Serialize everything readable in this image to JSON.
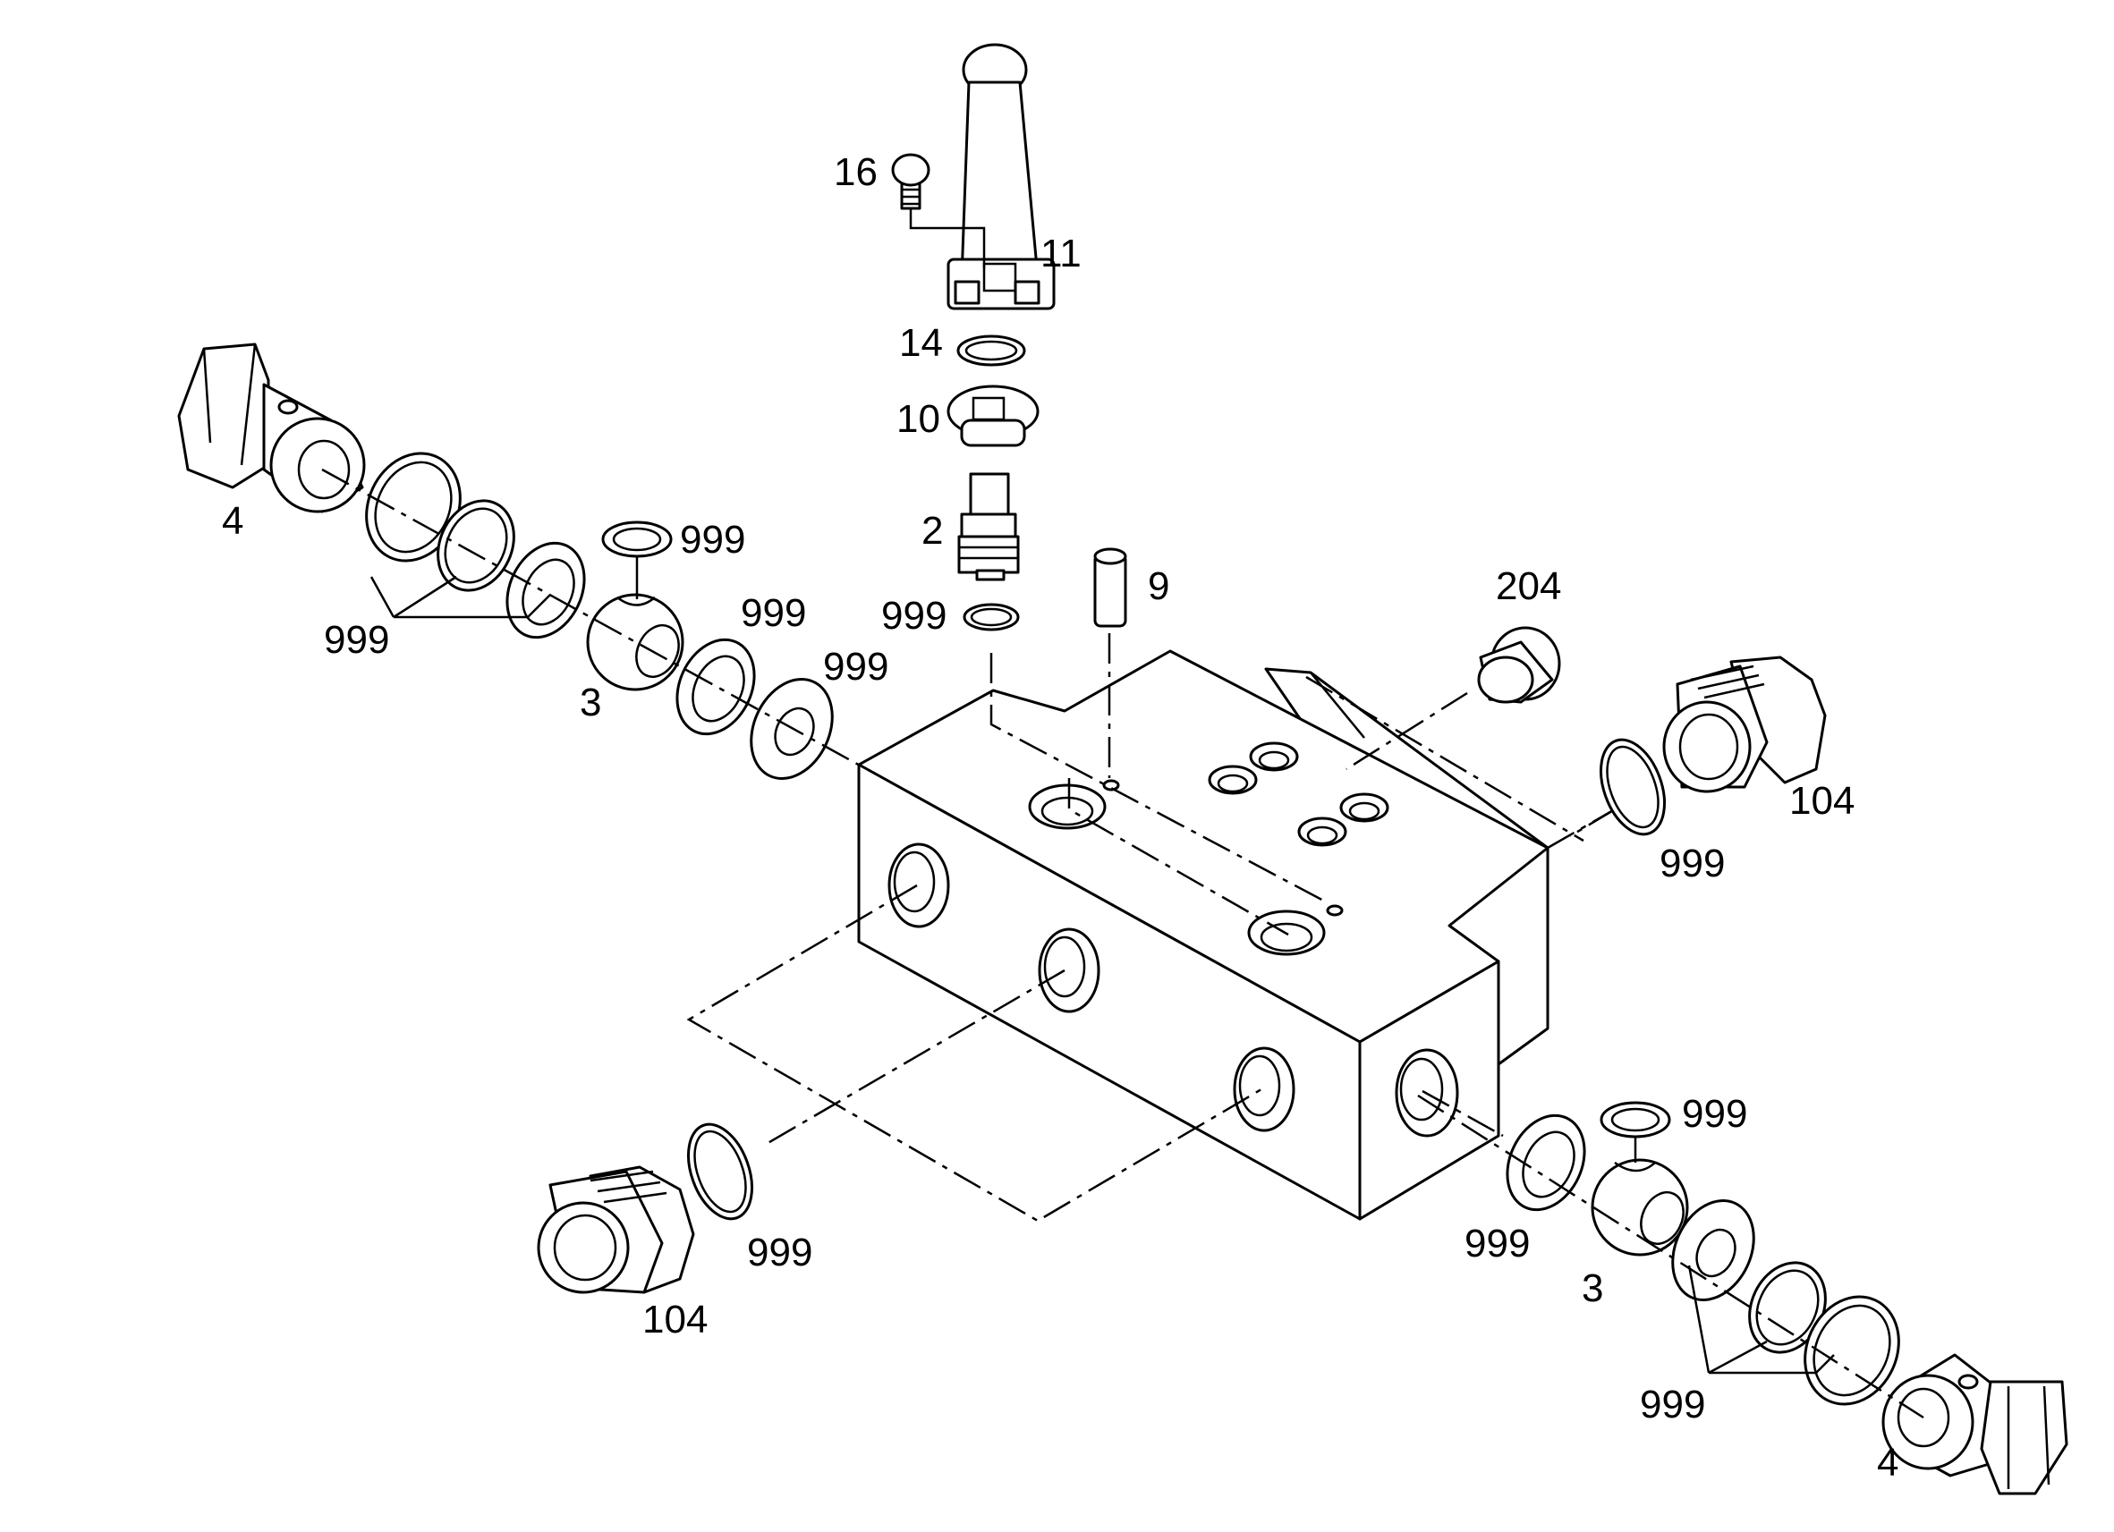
{
  "diagram": {
    "line_color": "#000000",
    "background": "#ffffff",
    "callouts": [
      {
        "id": "c16",
        "text": "16"
      },
      {
        "id": "c11",
        "text": "11"
      },
      {
        "id": "c14",
        "text": "14"
      },
      {
        "id": "c10",
        "text": "10"
      },
      {
        "id": "c2",
        "text": "2"
      },
      {
        "id": "c999a",
        "text": "999"
      },
      {
        "id": "c9",
        "text": "9"
      },
      {
        "id": "c204",
        "text": "204"
      },
      {
        "id": "c4a",
        "text": "4"
      },
      {
        "id": "c999b",
        "text": "999"
      },
      {
        "id": "c999c",
        "text": "999"
      },
      {
        "id": "c3a",
        "text": "3"
      },
      {
        "id": "c999d",
        "text": "999"
      },
      {
        "id": "c999e",
        "text": "999"
      },
      {
        "id": "c104a",
        "text": "104"
      },
      {
        "id": "c999f",
        "text": "999"
      },
      {
        "id": "c999g",
        "text": "999"
      },
      {
        "id": "c104b",
        "text": "104"
      },
      {
        "id": "c999h",
        "text": "999"
      },
      {
        "id": "c999i",
        "text": "999"
      },
      {
        "id": "c3b",
        "text": "3"
      },
      {
        "id": "c999j",
        "text": "999"
      },
      {
        "id": "c4b",
        "text": "4"
      }
    ]
  }
}
